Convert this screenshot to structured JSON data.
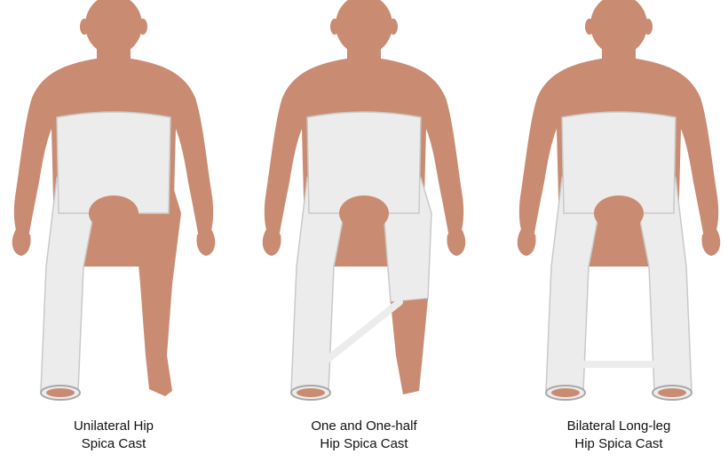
{
  "figure": {
    "colors": {
      "skin": "#C98B71",
      "skin_shadow": "#B77A60",
      "cast": "#ECECEC",
      "cast_shadow": "#C9C9C9",
      "cast_edge": "#A8A8A8"
    },
    "panels": [
      {
        "caption_line1": "Unilateral Hip",
        "caption_line2": "Spica Cast"
      },
      {
        "caption_line1": "One and One-half",
        "caption_line2": "Hip Spica Cast"
      },
      {
        "caption_line1": "Bilateral Long-leg",
        "caption_line2": "Hip Spica Cast"
      }
    ]
  }
}
